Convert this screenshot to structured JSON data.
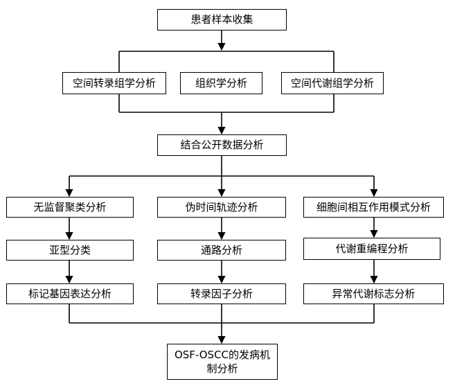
{
  "nodes": {
    "sample_collection": "患者样本收集",
    "spatial_transcriptomics": "空间转录组学分析",
    "histology": "组织学分析",
    "spatial_metabolomics": "空间代谢组学分析",
    "public_data": "结合公开数据分析",
    "unsupervised_clustering": "无监督聚类分析",
    "pseudotime": "伪时间轨迹分析",
    "cell_interaction": "细胞间相互作用模式分析",
    "subtype": "亚型分类",
    "pathway": "通路分析",
    "metabolic_reprogramming": "代谢重编程分析",
    "marker_gene": "标记基因表达分析",
    "transcription_factor": "转录因子分析",
    "abnormal_metabolic_marker": "异常代谢标志分析",
    "mechanism_line1": "OSF-OSCC的发病机",
    "mechanism_line2": "制分析"
  }
}
